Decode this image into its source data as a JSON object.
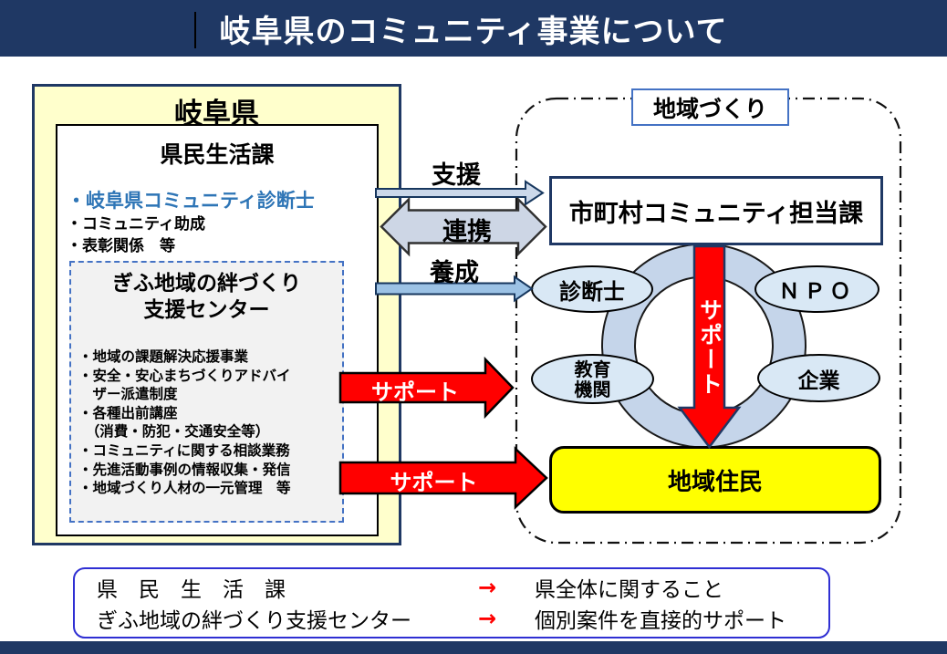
{
  "banner": {
    "title": "岐阜県のコミュニティ事業について"
  },
  "left_panel": {
    "title": "岐阜県",
    "dept_box": {
      "title": "県民生活課",
      "items": [
        "・岐阜県コミュニティ診断士",
        "・コミュニティ助成",
        "・表彰関係　等"
      ]
    },
    "center_box": {
      "title_lines": [
        "ぎふ地域の絆づくり",
        "支援センター"
      ],
      "lines": [
        "・地域の課題解決応援事業",
        "・安全・安心まちづくりアドバイ",
        "　ザー派遣制度",
        "・各種出前講座",
        "　（消費・防犯・交通安全等）",
        "・コミュニティに関する相談業務",
        "・先進活動事例の情報収集・発信",
        "・地域づくり人材の一元管理　等"
      ]
    }
  },
  "flows": {
    "shien": "支援",
    "renkei": "連携",
    "yosei": "養成",
    "support_1": "サポート",
    "support_2": "サポート",
    "support_vertical": "サポート"
  },
  "right_panel": {
    "label": "地域づくり",
    "municipal_box": "市町村コミュニティ担当課",
    "ellipses": {
      "shindanshi": "診断士",
      "npo": "ＮＰＯ",
      "kyoiku_lines": [
        "教育",
        "機関"
      ],
      "kigyo": "企業"
    },
    "residents_box": "地域住民"
  },
  "legend": {
    "rows": [
      {
        "left": "県　民　生　活　課",
        "arrow": "→",
        "right": "県全体に関すること"
      },
      {
        "left": "ぎふ地域の絆づくり支援センター",
        "arrow": "→",
        "right": "個別案件を直接的サポート"
      }
    ]
  },
  "colors": {
    "navy": "#1F3864",
    "panel_yellow": "#FFFFCC",
    "highlight_blue": "#2E75B6",
    "dashed_border_blue": "#4472C4",
    "center_box_gray": "#F2F2F2",
    "arrow_light_blue": "#CBD8EA",
    "arrow_medium_blue": "#9CC2E5",
    "ring_blue": "#C5D5EA",
    "ellipse_blue": "#D9E8F5",
    "support_red": "#FF0000",
    "residents_yellow": "#FFFF00",
    "legend_border_blue": "#2F2FD3"
  }
}
